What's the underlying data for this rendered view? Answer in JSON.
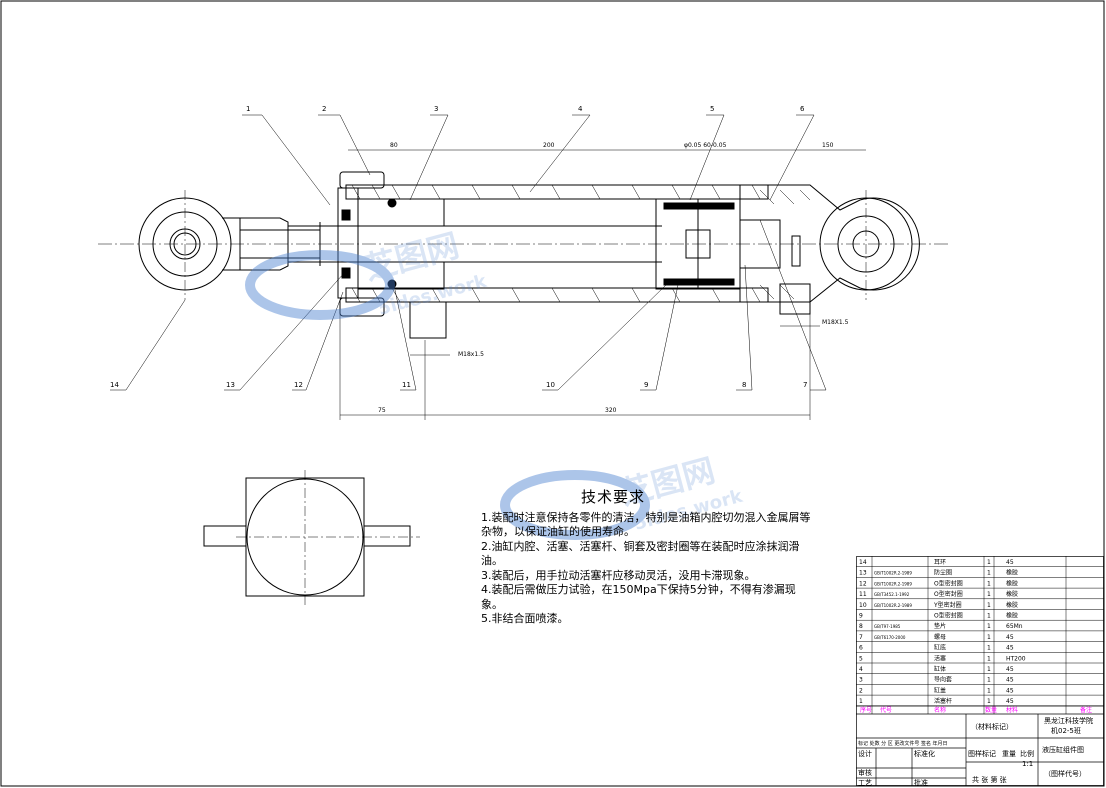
{
  "leaders": {
    "1": "1",
    "2": "2",
    "3": "3",
    "4": "4",
    "5": "5",
    "6": "6",
    "7": "7",
    "8": "8",
    "9": "9",
    "10": "10",
    "11": "11",
    "12": "12",
    "13": "13",
    "14": "14"
  },
  "dims": {
    "d80": "80",
    "d200": "200",
    "d150": "150",
    "d75": "75",
    "d320": "320",
    "m18_right": "M18X1.5",
    "m18_left": "M18x1.5",
    "fit": "φ0.05\n60-0.05"
  },
  "tech": {
    "title": "技术要求",
    "lines": [
      "1.装配时注意保持各零件的清洁，特别是油箱内腔切勿混入金属屑等杂物，以保证油缸的使用寿命。",
      "2.油缸内腔、活塞、活塞杆、铜套及密封圈等在装配时应涂抹润滑油。",
      "3.装配后，用手拉动活塞杆应移动灵活，没用卡滞现象。",
      "4.装配后需做压力试验，在150Mpa下保持5分钟，不得有渗漏现象。",
      "5.非结合面喷漆。"
    ]
  },
  "bom": [
    {
      "no": "14",
      "code": "",
      "name": "耳环",
      "qty": "1",
      "mat": "45"
    },
    {
      "no": "13",
      "code": "GB/T1002R.2-1989",
      "name": "防尘圈",
      "qty": "1",
      "mat": "橡胶"
    },
    {
      "no": "12",
      "code": "GB/T1002R.2-1989",
      "name": "O型密封圈",
      "qty": "1",
      "mat": "橡胶"
    },
    {
      "no": "11",
      "code": "GB/T3452.1-1992",
      "name": "O型密封圈",
      "qty": "1",
      "mat": "橡胶"
    },
    {
      "no": "10",
      "code": "GB/T1002R.2-1989",
      "name": "Y型密封圈",
      "qty": "1",
      "mat": "橡胶"
    },
    {
      "no": "9",
      "code": "",
      "name": "O型密封圈",
      "qty": "1",
      "mat": "橡胶"
    },
    {
      "no": "8",
      "code": "GB/T97-1985",
      "name": "垫片",
      "qty": "1",
      "mat": "65Mn"
    },
    {
      "no": "7",
      "code": "GB/T6170-2000",
      "name": "螺母",
      "qty": "1",
      "mat": "45"
    },
    {
      "no": "6",
      "code": "",
      "name": "缸底",
      "qty": "1",
      "mat": "45"
    },
    {
      "no": "5",
      "code": "",
      "name": "活塞",
      "qty": "1",
      "mat": "HT200"
    },
    {
      "no": "4",
      "code": "",
      "name": "缸体",
      "qty": "1",
      "mat": "45"
    },
    {
      "no": "3",
      "code": "",
      "name": "导向套",
      "qty": "1",
      "mat": "45"
    },
    {
      "no": "2",
      "code": "",
      "name": "缸盖",
      "qty": "1",
      "mat": "45"
    },
    {
      "no": "1",
      "code": "",
      "name": "活塞杆",
      "qty": "1",
      "mat": "45"
    }
  ],
  "bom_header": {
    "no": "序号",
    "code": "代号",
    "name": "名称",
    "qty": "数量",
    "mat": "材料",
    "note": "备注"
  },
  "title_block": {
    "material_mark": "（材料标记）",
    "school": "黑龙江科技学院",
    "class": "机02-5班",
    "drawing_name": "液压缸组件图",
    "drawing_code": "（图样代号）",
    "stage_mark": "图样标记",
    "weight": "重量",
    "scale": "比例",
    "scale_value": "1:1",
    "sheets": "共 张 第 张",
    "design": "设计",
    "review": "审核",
    "process": "工艺",
    "approve": "批准",
    "std": "标准化",
    "mark_row": "标记 处数 分 区 更改文件号 签名 年月日"
  },
  "watermark": {
    "brand": "芝图网",
    "url": "5ides.work"
  }
}
